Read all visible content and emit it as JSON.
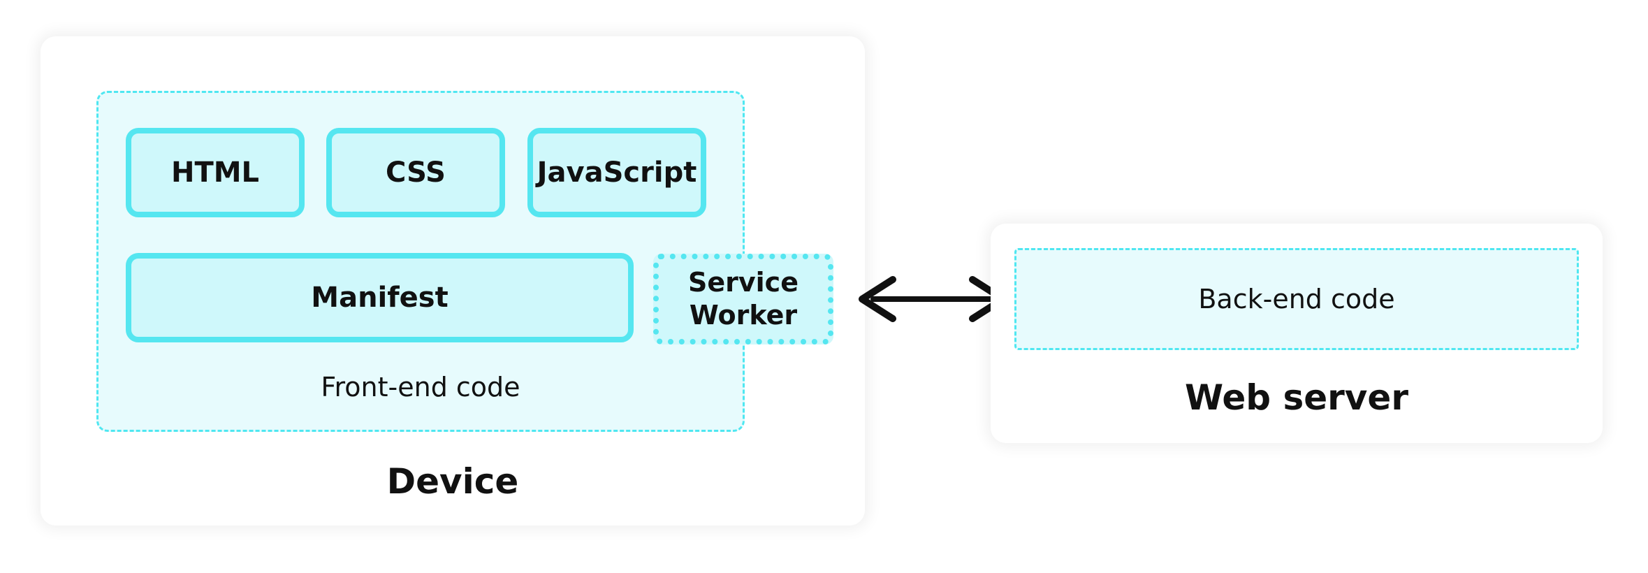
{
  "device": {
    "title": "Device",
    "frontend_label": "Front-end code",
    "boxes": {
      "html": "HTML",
      "css": "CSS",
      "javascript": "JavaScript",
      "manifest": "Manifest",
      "service_worker_line1": "Service",
      "service_worker_line2": "Worker"
    }
  },
  "server": {
    "title": "Web server",
    "backend_label": "Back-end code"
  },
  "colors": {
    "accent_border": "#55e6f0",
    "box_fill": "#cff8fb",
    "region_fill": "#e7fbfd",
    "arrow": "#111111"
  }
}
